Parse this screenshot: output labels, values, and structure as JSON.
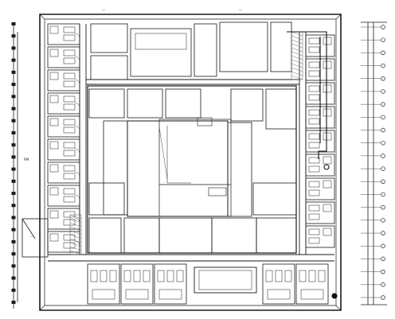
{
  "drawing": {
    "type": "architectural-floor-plan",
    "line_color": "#1a1a1a",
    "hatch_color": "#555555",
    "accent_color": "#444444",
    "background": "#ffffff"
  },
  "texts": {
    "top_label_1": "—",
    "top_label_2": "—",
    "side_note": "RM",
    "lower_left_room": "—"
  },
  "axis_bubbles_left_count": 24,
  "axis_bubbles_right_count": 22
}
